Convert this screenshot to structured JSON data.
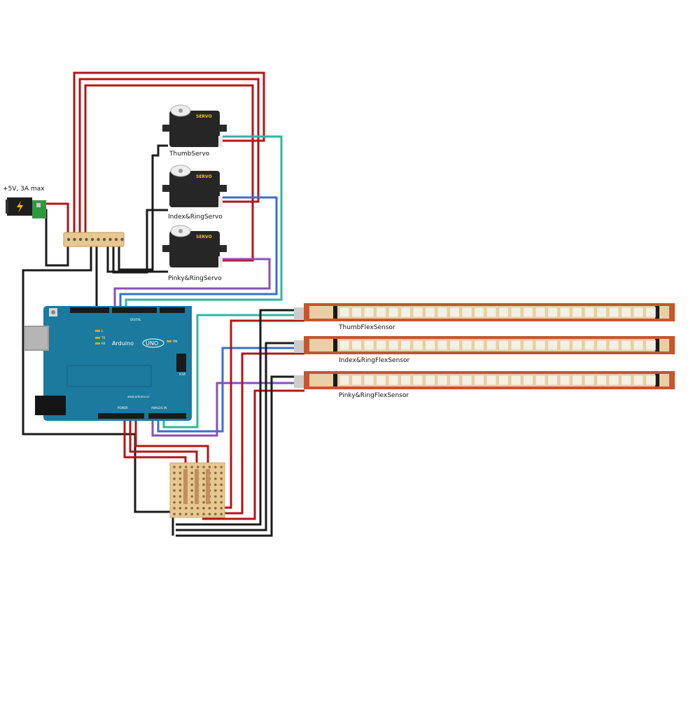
{
  "power": {
    "label": "+5V, 3A max",
    "color": "#1e1e1e"
  },
  "servos": [
    {
      "label": "ThumbServo",
      "brand": "SERVO"
    },
    {
      "label": "Index&RingServo",
      "brand": "SERVO"
    },
    {
      "label": "Pinky&RingServo",
      "brand": "SERVO"
    }
  ],
  "sensors": [
    {
      "label": "ThumbFlexSensor"
    },
    {
      "label": "Index&RingFlexSensor"
    },
    {
      "label": "Pinky&RingFlexSensor"
    }
  ],
  "arduino": {
    "name": "Arduino",
    "model": "UNO",
    "on_label": "ON",
    "digital_label": "DIGITAL",
    "icsp_label": "ICSP",
    "analog_label": "ANALOG IN",
    "power_label": "POWER",
    "url": "www.arduino.cc",
    "l_label": "L",
    "tx_label": "TX",
    "rx_label": "RX",
    "board_color": "#1b7a9e"
  },
  "wire_colors": {
    "power": "#b31515",
    "ground": "#1a1a1a",
    "thumb_signal": "#2fb5a0",
    "index_signal": "#3a6fc9",
    "pinky_signal": "#8a4fb5"
  }
}
